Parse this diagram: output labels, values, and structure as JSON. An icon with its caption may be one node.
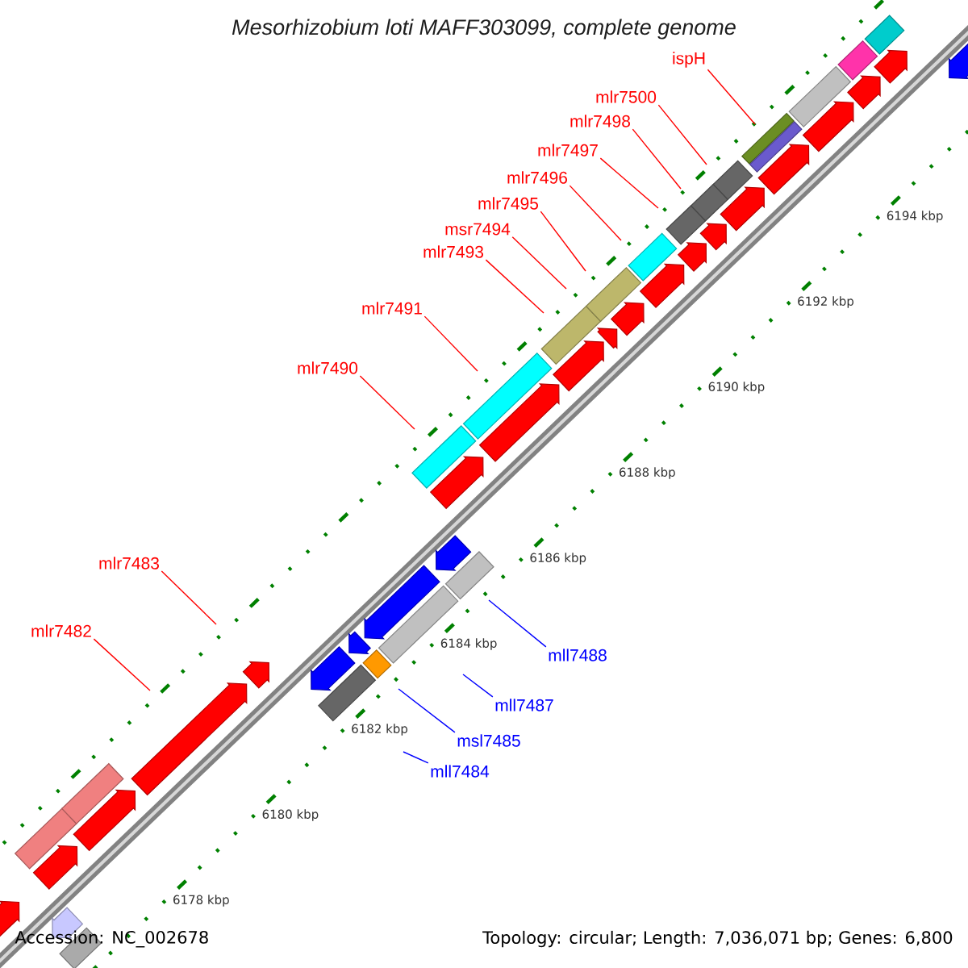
{
  "diagram": {
    "title": "Mesorhizobium loti MAFF303099, complete genome",
    "nodes": [
      {
        "text": [
          "ispH"
        ]
      },
      {
        "text": [
          "mlr7500"
        ]
      },
      {
        "text": [
          "mlr7498"
        ]
      },
      {
        "text": [
          "mlr7497"
        ]
      },
      {
        "text": [
          "mlr7496"
        ]
      },
      {
        "text": [
          "mlr7495"
        ]
      },
      {
        "text": [
          "msr7494"
        ]
      },
      {
        "text": [
          "mlr7493"
        ]
      },
      {
        "text": [
          "mlr7491"
        ]
      },
      {
        "text": [
          "mlr7490"
        ]
      },
      {
        "text": [
          "mlr7483"
        ]
      },
      {
        "text": [
          "mlr7482"
        ]
      },
      {
        "text": [
          "mll7488"
        ]
      },
      {
        "text": [
          "mll7487"
        ]
      },
      {
        "text": [
          "msl7485"
        ]
      },
      {
        "text": [
          "mll7484"
        ]
      }
    ],
    "edges": [
      {
        "from": 0,
        "to": null,
        "arrow": "none"
      },
      {
        "from": 1,
        "to": null,
        "arrow": "none"
      },
      {
        "from": 2,
        "to": null,
        "arrow": "none"
      },
      {
        "from": 3,
        "to": null,
        "arrow": "none"
      },
      {
        "from": 4,
        "to": null,
        "arrow": "none"
      },
      {
        "from": 5,
        "to": null,
        "arrow": "none"
      },
      {
        "from": 6,
        "to": null,
        "arrow": "none"
      },
      {
        "from": 7,
        "to": null,
        "arrow": "none"
      },
      {
        "from": 8,
        "to": null,
        "arrow": "none"
      },
      {
        "from": 9,
        "to": null,
        "arrow": "none"
      },
      {
        "from": 10,
        "to": null,
        "arrow": "none"
      },
      {
        "from": 11,
        "to": null,
        "arrow": "none"
      },
      {
        "from": 12,
        "to": null,
        "arrow": "none",
        "color": "#0000ff"
      },
      {
        "from": 13,
        "to": null,
        "arrow": "none",
        "color": "#0000ff"
      },
      {
        "from": 14,
        "to": null,
        "arrow": "none",
        "color": "#0000ff"
      },
      {
        "from": 15,
        "to": null,
        "arrow": "none",
        "color": "#0000ff"
      }
    ],
    "labels": [
      "6194 kbp",
      "6192 kbp",
      "6190 kbp",
      "6188 kbp",
      "6186 kbp",
      "6184 kbp",
      "6182 kbp",
      "6180 kbp",
      "6178 kbp",
      "Accession: NC_002678",
      "Topology: circular; Length: 7,036,071 bp; Genes: 6,800"
    ]
  }
}
